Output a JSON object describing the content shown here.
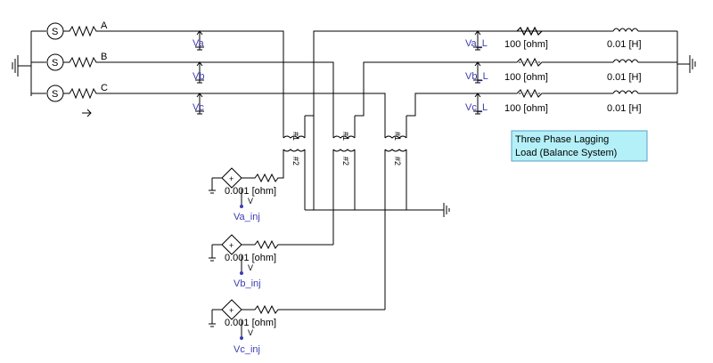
{
  "sources": {
    "phase_labels": [
      "A",
      "B",
      "C"
    ]
  },
  "meters": {
    "source_voltages": [
      "Va",
      "Vb",
      "Vc"
    ],
    "load_voltages": [
      "Va_L",
      "Vb_L",
      "Vc_L"
    ],
    "injection_voltages": [
      "Va_inj",
      "Vb_inj",
      "Vc_inj"
    ]
  },
  "load": {
    "resistors": [
      "100 [ohm]",
      "100 [ohm]",
      "100 [ohm]"
    ],
    "inductors": [
      "0.01 [H]",
      "0.01 [H]",
      "0.01 [H]"
    ]
  },
  "transformers": {
    "primary_label": "#1",
    "secondary_label": "#2"
  },
  "injection": {
    "resistors": [
      "0.001 [ohm]",
      "0.001 [ohm]",
      "0.001 [ohm]"
    ],
    "meter_symbol": "V",
    "source_sign": "+"
  },
  "note": {
    "line1": "Three Phase Lagging",
    "line2": "Load (Balance System)"
  },
  "colors": {
    "note_background": "#b4f0f8",
    "meter_label": "#3c3cb4"
  }
}
